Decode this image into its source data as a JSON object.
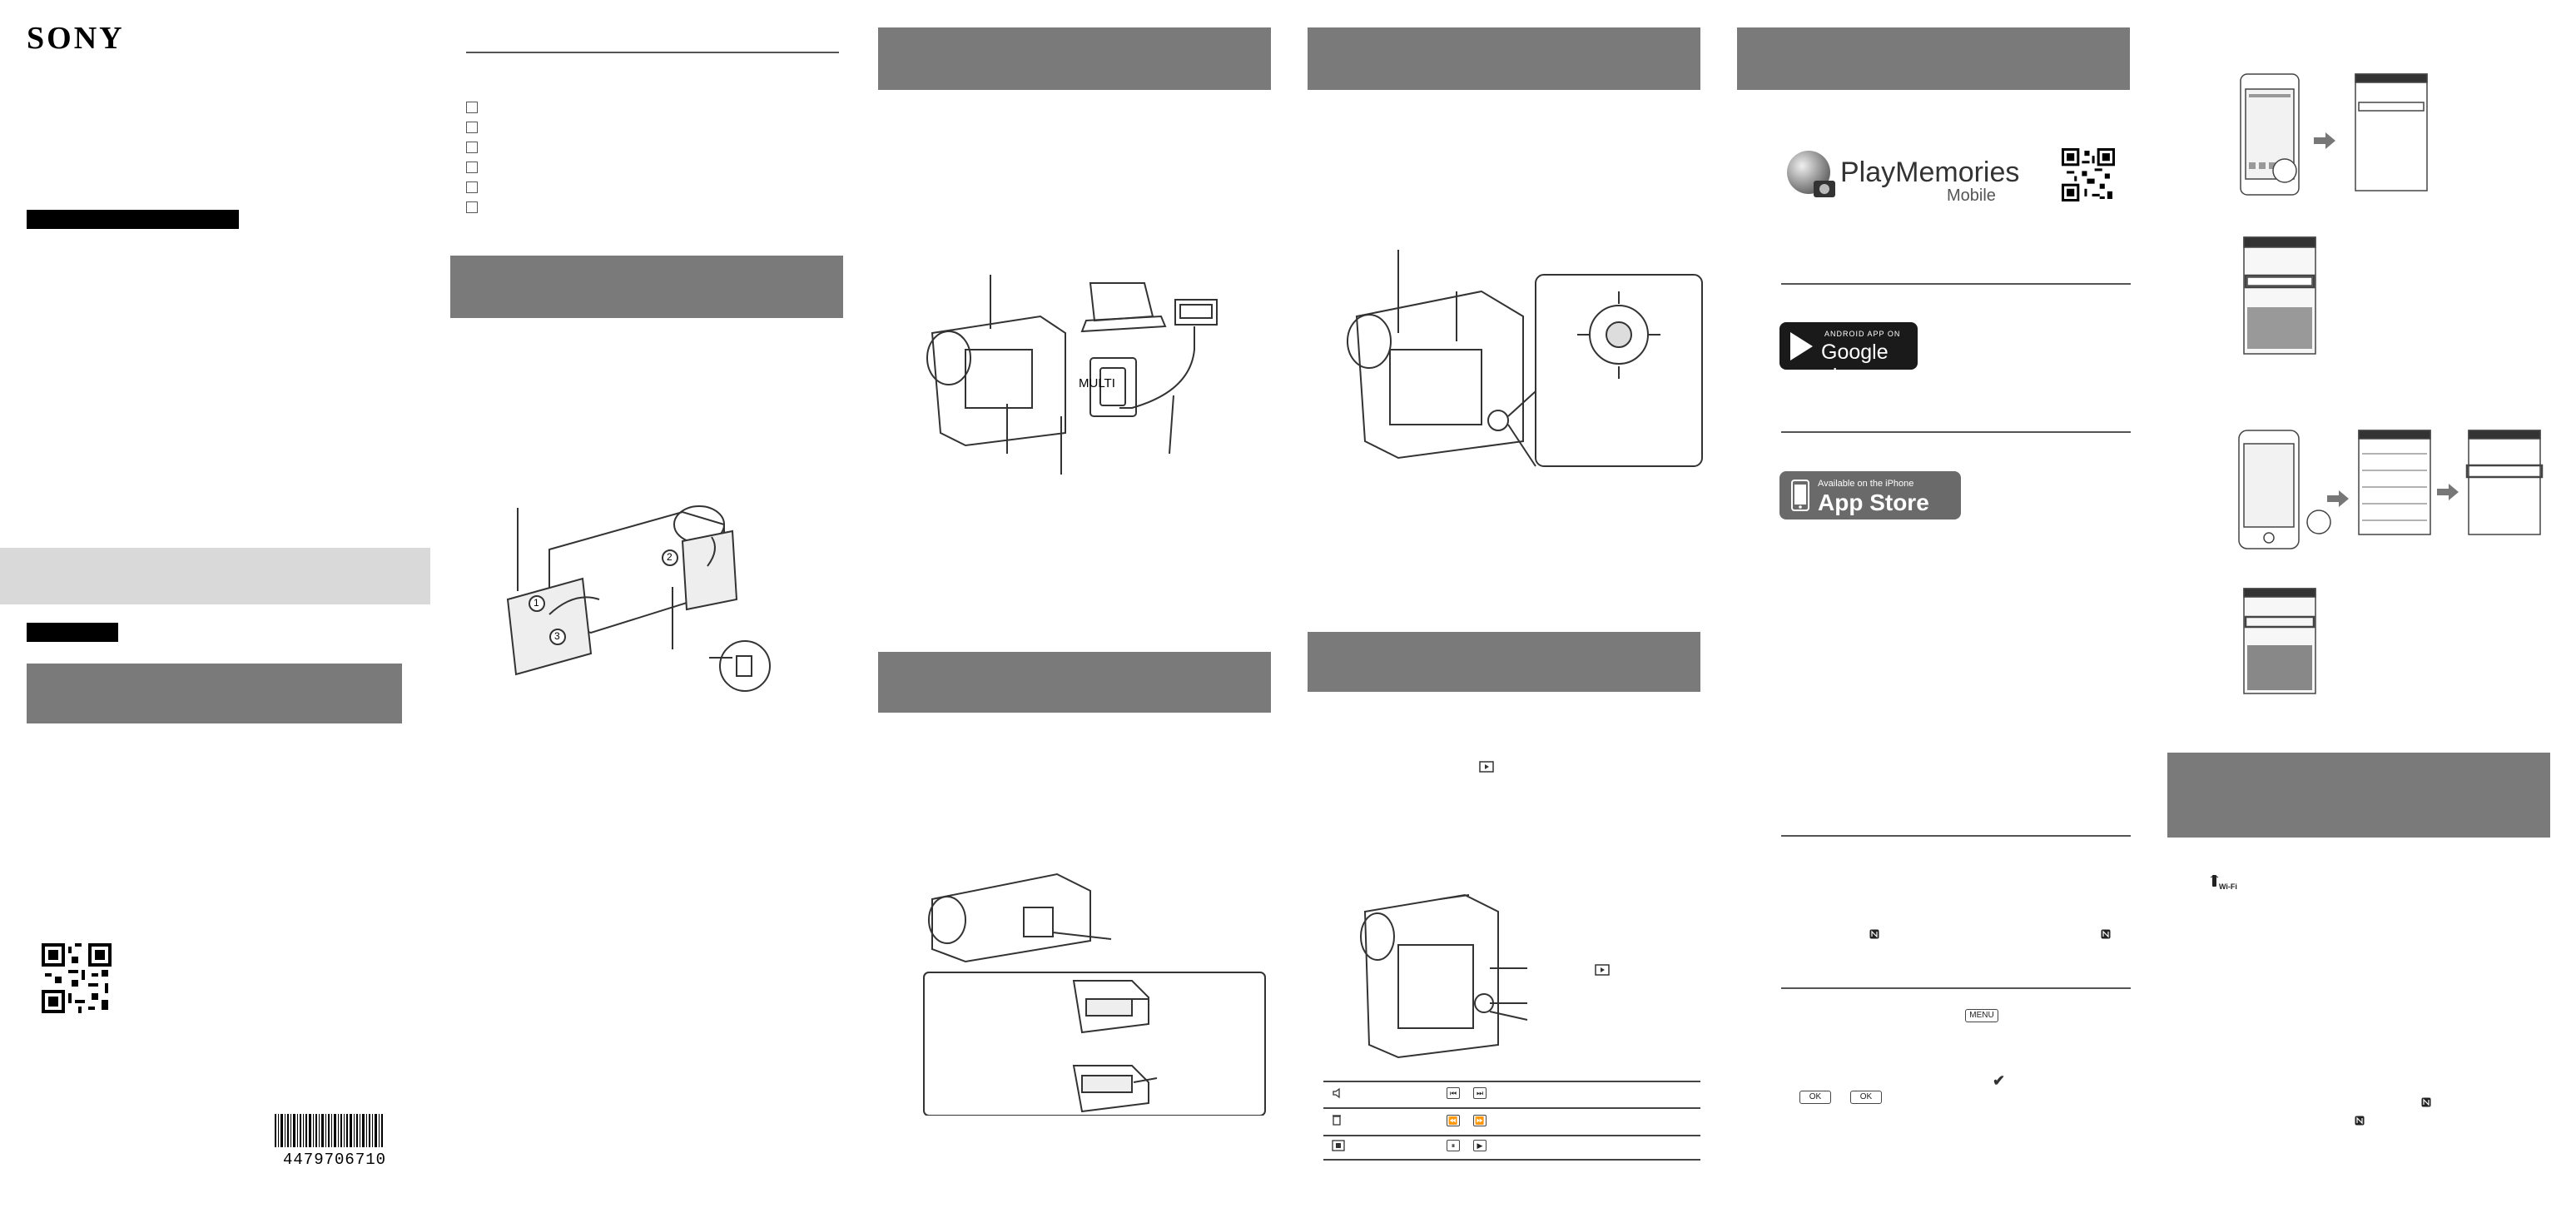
{
  "brand": {
    "logo_text": "SONY"
  },
  "barcode": {
    "number": "4479706710"
  },
  "labels": {
    "multi": "MULTI",
    "playmemories": "PlayMemories",
    "playmemories_sub": "Mobile",
    "google_play_small": "ANDROID APP ON",
    "google_play_big": "Google play",
    "app_store_small": "Available on the iPhone",
    "app_store_big": "App Store",
    "menu_key": "MENU",
    "ok_key_1": "OK",
    "ok_key_2": "OK",
    "wifi_label": "Wi-Fi",
    "callout_1": "1",
    "callout_2": "2",
    "callout_3": "3"
  },
  "icons": {
    "checkbox": "checkbox-icon",
    "nfc": "nfc-icon",
    "play": "play-icon",
    "volume": "volume-icon",
    "trash": "trash-icon",
    "stop": "stop-icon",
    "prev_next": "skip-icon",
    "pause": "pause-icon",
    "check": "check-icon",
    "arrow": "arrow-right-icon"
  },
  "colors": {
    "section_header": "#7a7a7a",
    "light_band": "#d9d9d9",
    "black_band": "#000000",
    "badge_dark": "#5f5f5f"
  }
}
